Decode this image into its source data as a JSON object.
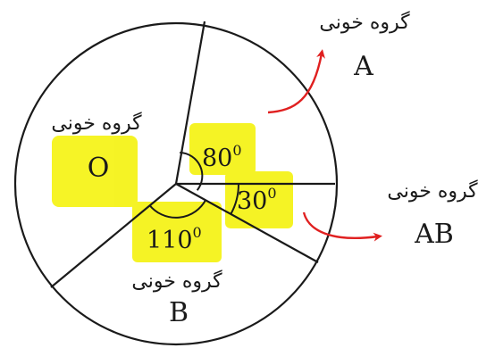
{
  "sectors": {
    "a": {
      "label": "گروه خونی",
      "letter": "A",
      "angle_value": "80",
      "angle_unit": "0"
    },
    "ab": {
      "label": "گروه خونی",
      "letter": "AB",
      "angle_value": "30",
      "angle_unit": "0"
    },
    "b": {
      "label": "گروه خونی",
      "letter": "B",
      "angle_value": "110",
      "angle_unit": "0"
    },
    "o": {
      "label": "گروه خونی",
      "letter": "O"
    }
  },
  "colors": {
    "outline": "#1a1a1a",
    "arrow": "#e02020",
    "highlight": "#f4f200"
  }
}
